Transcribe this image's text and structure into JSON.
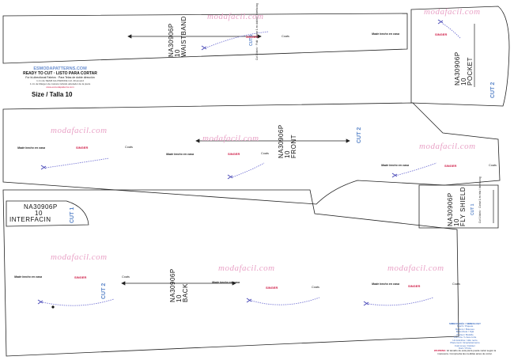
{
  "watermark": "modafacil.com",
  "brand_note": "Made hecho en casa",
  "singer": "SINGER",
  "coats": "Coats",
  "header": {
    "site": "ESMODAPATTERNS.COM",
    "title": "READY TO CUT · LISTO PARA CORTAR",
    "subtitle": "For bi-directional Fabrics · Para Telas de doble dirección",
    "line1": "1 cm de SEAM ALLOWANCE incl. All around",
    "line2": "1 cm de Margen de costura incluido alrededor de la pieza",
    "link": "www.esmodapatterns.com"
  },
  "size_label": "Size / Talla  10",
  "pieces": {
    "waistband": {
      "code": "NA30906P",
      "size": "10",
      "name": "WAISTBAND",
      "cut": "CUT 1",
      "cut_note": "Cut 1 fabric · Fold · Cortar 1 en doblez / Interfacing"
    },
    "pocket": {
      "code": "NA30906P",
      "size": "10",
      "name": "POCKET",
      "cut": "CUT 2"
    },
    "front": {
      "code": "NA30906P",
      "size": "10",
      "name": "FRONT",
      "cut": "CUT 2"
    },
    "interfacing": {
      "code": "NA30906P",
      "size": "10",
      "name": "INTERFACIN",
      "cut": "CUT 1"
    },
    "fly_shield": {
      "code": "NA30906P",
      "size": "10",
      "name": "FLY SHIELD",
      "cut": "CUT 1",
      "cut_note": "Cut 1 fabric · Cortar 1 en tela / Interfacing"
    },
    "back": {
      "code": "NA30906P",
      "size": "10",
      "name": "BACK",
      "cut": "CUT 2"
    }
  },
  "legend": {
    "title": "SIMBOLOGÍA / SIMBOLOGY",
    "items": [
      "Notch / Piquete",
      "Buttons / Botones",
      "Buttonhole / Ojal",
      "Pocket / Bolsillo",
      "Cut Line / Linea corte",
      "Hi-Grainline / Hilo recto",
      "Placement / Emplazamiento",
      "Fold Lines / Doblez",
      "Dart / Pinza"
    ],
    "warning_label": "WARNING:",
    "warning_text": "El tamaño de esta pieza puede variar según la impresora. Comprueba las medidas antes de cortar."
  }
}
